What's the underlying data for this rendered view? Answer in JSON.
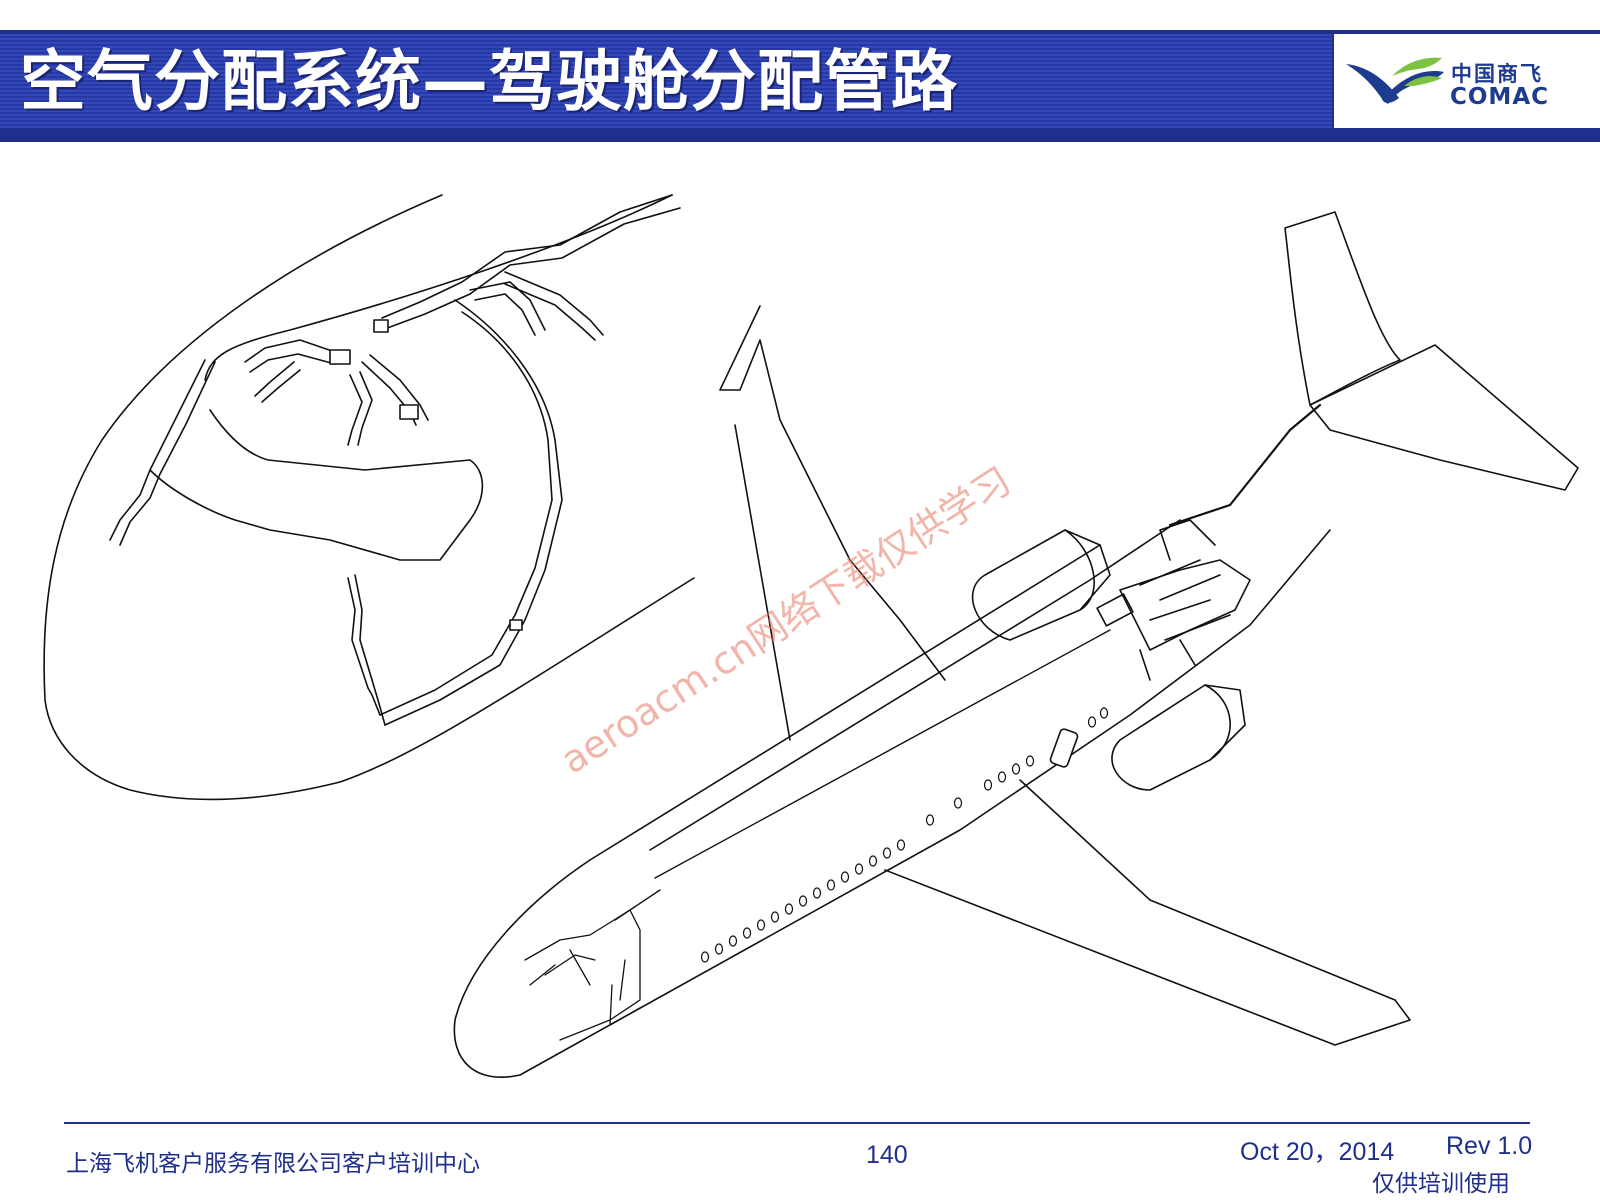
{
  "header": {
    "title": "空气分配系统—驾驶舱分配管路",
    "logo": {
      "name_cn": "中国商飞",
      "name_en": "COMAC",
      "colors": {
        "blue": "#1d3b8f",
        "green": "#7dc242"
      }
    }
  },
  "figure": {
    "watermark": "aeroacm.cn网络下载仅供学习"
  },
  "footer": {
    "organization": "上海飞机客户服务有限公司客户培训中心",
    "page_number": "140",
    "date": "Oct 20，2014",
    "revision": "Rev 1.0",
    "note": "仅供培训使用"
  },
  "theme": {
    "title_bar_color": "#2a3ca8",
    "accent_color": "#1e2f8c"
  }
}
